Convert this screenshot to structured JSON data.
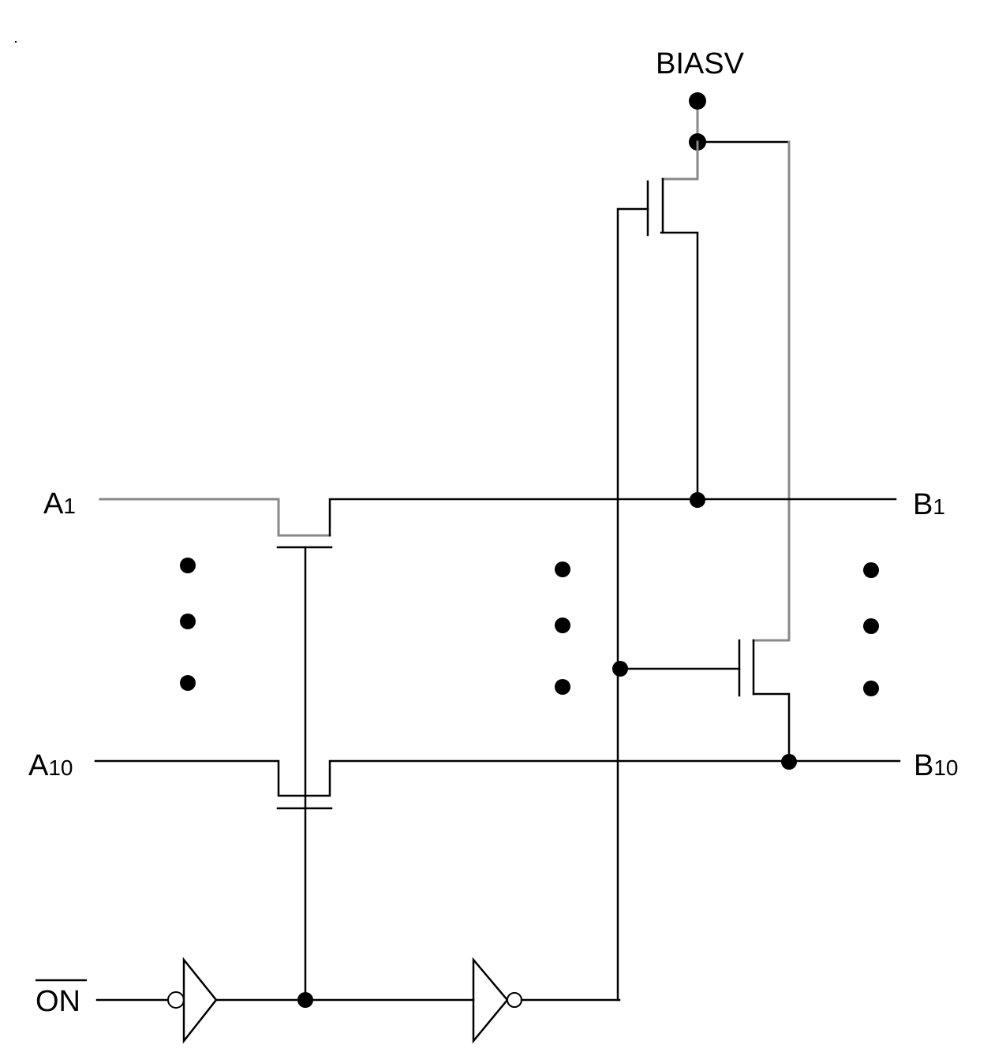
{
  "diagram": {
    "type": "circuit-schematic",
    "labels": {
      "bias": "BIASV",
      "a1_main": "A",
      "a1_sub": "1",
      "a10_main": "A",
      "a10_sub": "10",
      "b1_main": "B",
      "b1_sub": "1",
      "b10_main": "B",
      "b10_sub": "10",
      "on_bar": "ON"
    },
    "colors": {
      "wire": "#000000",
      "gray_wire": "#888888",
      "background": "#ffffff"
    },
    "components": [
      {
        "id": "pass-switch-1",
        "kind": "pass-transistor",
        "between": [
          "A1",
          "B1"
        ]
      },
      {
        "id": "pass-switch-10",
        "kind": "pass-transistor",
        "between": [
          "A10",
          "B10"
        ]
      },
      {
        "id": "bias-fet-1",
        "kind": "n-channel-fet",
        "connects": [
          "BIASV",
          "B1"
        ]
      },
      {
        "id": "bias-fet-10",
        "kind": "n-channel-fet",
        "connects": [
          "BIASV",
          "B10"
        ]
      },
      {
        "id": "input-buffer",
        "kind": "buffer-inverted-input",
        "input": "ON-bar"
      },
      {
        "id": "output-inverter",
        "kind": "inverter"
      }
    ],
    "ellipsis_columns": 3
  }
}
